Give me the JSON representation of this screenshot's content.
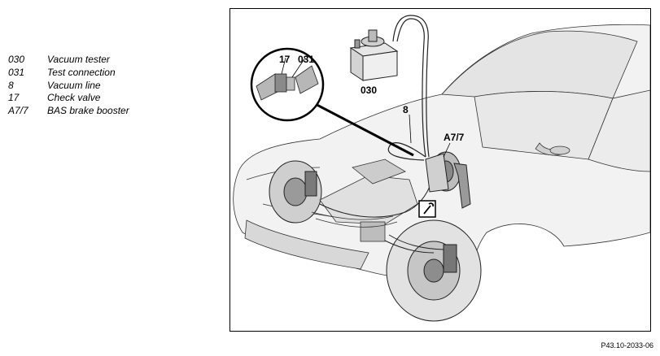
{
  "legend": [
    {
      "code": "030",
      "label": "Vacuum tester"
    },
    {
      "code": "031",
      "label": "Test connection"
    },
    {
      "code": "8",
      "label": "Vacuum line"
    },
    {
      "code": "17",
      "label": "Check valve"
    },
    {
      "code": "A7/7",
      "label": "BAS brake booster"
    }
  ],
  "callouts": {
    "c17": "17",
    "c031": "031",
    "c030": "030",
    "c8": "8",
    "ca77": "A7/7"
  },
  "reference": "P43.10-2033-06",
  "colors": {
    "car_fill": "#f2f2f2",
    "car_shade": "#d8d8d8",
    "line": "#222222"
  },
  "icons": {
    "service": "wrench-in-box-icon"
  }
}
